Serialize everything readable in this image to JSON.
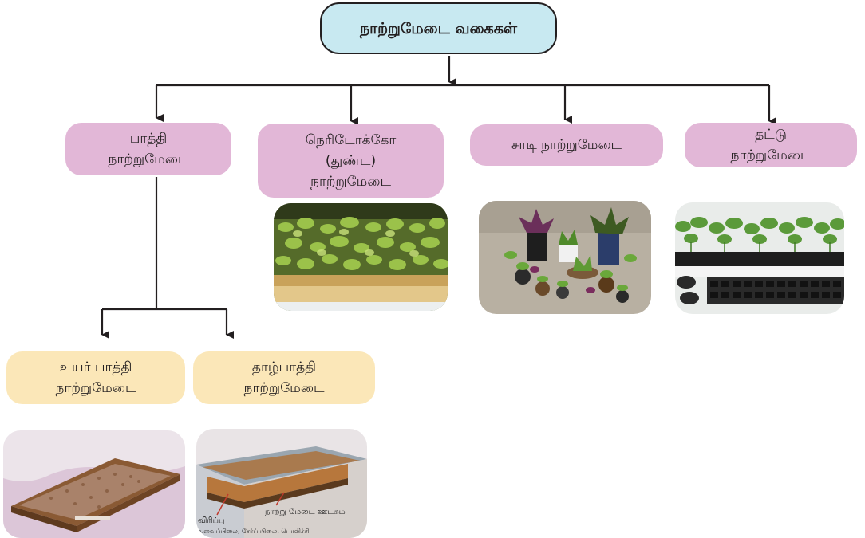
{
  "title": "நாற்றுமேடை வகைகள்",
  "types": [
    {
      "line1": "பாத்தி",
      "line2": "நாற்றுமேடை",
      "line3": ""
    },
    {
      "line1": "நெரிடோக்கோ",
      "line2": "(துண்ட)",
      "line3": "நாற்றுமேடை"
    },
    {
      "line1": "சாடி நாற்றுமேடை",
      "line2": "",
      "line3": ""
    },
    {
      "line1": "தட்டு",
      "line2": "நாற்றுமேடை",
      "line3": ""
    }
  ],
  "subtypes": [
    {
      "line1": "உயர் பாத்தி",
      "line2": "நாற்றுமேடை"
    },
    {
      "line1": "தாழ்பாத்தி",
      "line2": "நாற்றுமேடை"
    }
  ],
  "photo_labels": {
    "virippu": "விரிப்பு",
    "virippu_sub": "உவைப்பிலை, சேர்ப் பிலை, பொலிச்சி",
    "layer": "நாற்று மேடை ஊடகம்"
  },
  "colors": {
    "root_fill": "#c8e9f1",
    "type_fill": "#e2b7d7",
    "subtype_fill": "#fbe7b8",
    "line": "#231f20"
  }
}
